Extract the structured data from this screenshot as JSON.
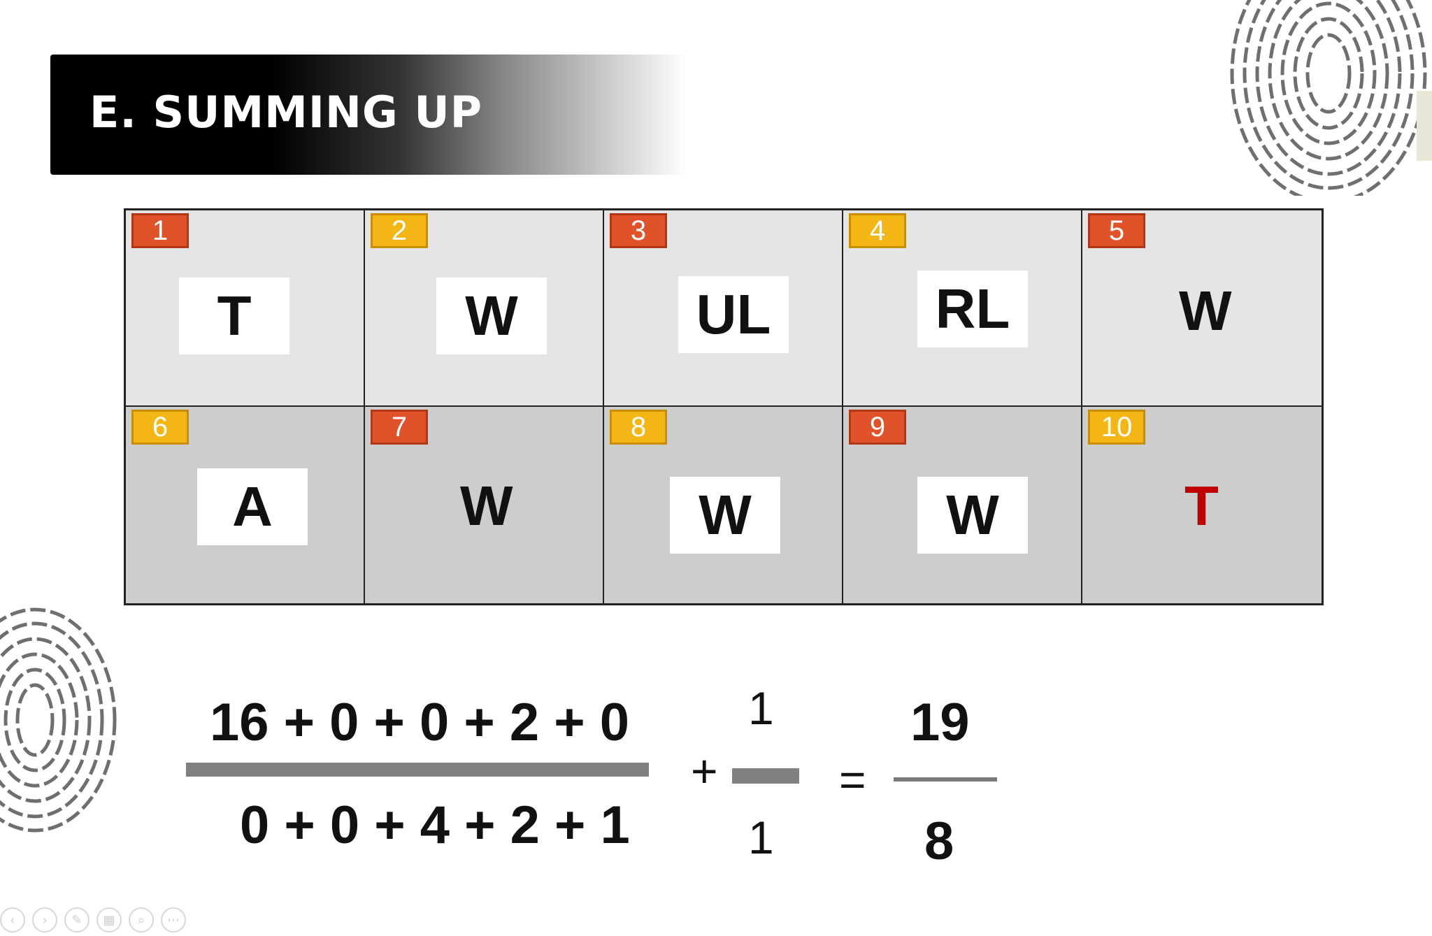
{
  "header": {
    "title": "E. SUMMING UP"
  },
  "grid": {
    "cells": [
      {
        "number": "1",
        "badge_color": "orange",
        "letter": "T"
      },
      {
        "number": "2",
        "badge_color": "yellow",
        "letter": "W"
      },
      {
        "number": "3",
        "badge_color": "orange",
        "letter": "UL"
      },
      {
        "number": "4",
        "badge_color": "yellow",
        "letter": "RL"
      },
      {
        "number": "5",
        "badge_color": "orange",
        "letter": "W"
      },
      {
        "number": "6",
        "badge_color": "yellow",
        "letter": "A"
      },
      {
        "number": "7",
        "badge_color": "orange",
        "letter": "W"
      },
      {
        "number": "8",
        "badge_color": "yellow",
        "letter": "W"
      },
      {
        "number": "9",
        "badge_color": "orange",
        "letter": "W"
      },
      {
        "number": "10",
        "badge_color": "yellow",
        "letter": "T"
      }
    ]
  },
  "equation": {
    "numerator": "16 + 0 + 0 + 2 + 0",
    "denominator": "0 + 0 + 4 + 2 + 1",
    "plus": "+",
    "frac2_top": "1",
    "frac2_bottom": "1",
    "equals": "=",
    "result_top": "19",
    "result_bottom": "8"
  },
  "controls": [
    {
      "icon": "previous-icon",
      "glyph": "‹"
    },
    {
      "icon": "next-icon",
      "glyph": "›"
    },
    {
      "icon": "pen-icon",
      "glyph": "✎"
    },
    {
      "icon": "slides-icon",
      "glyph": "▦"
    },
    {
      "icon": "zoom-icon",
      "glyph": "⌕"
    },
    {
      "icon": "more-icon",
      "glyph": "⋯"
    }
  ],
  "colors": {
    "badge_orange": "#e0522a",
    "badge_yellow": "#f4b615",
    "highlight_red": "#c00000",
    "row1_bg": "#e5e5e5",
    "row2_bg": "#cdcdcd"
  }
}
